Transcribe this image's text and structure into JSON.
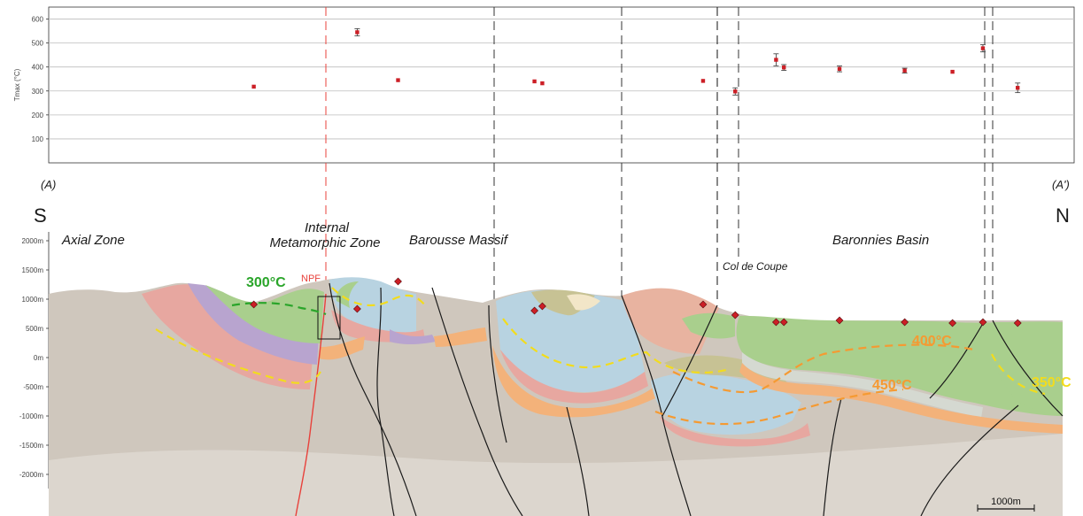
{
  "tmax_chart": {
    "ylabel": "Tmax (°C)",
    "y_ticks": [
      "100",
      "200",
      "300",
      "400",
      "500",
      "600"
    ],
    "ylim": [
      0,
      650
    ]
  },
  "chart_data": {
    "type": "scatter",
    "ylabel": "Tmax (°C)",
    "ylim": [
      0,
      650
    ],
    "grid": true,
    "x_unit": "distance along section (m)",
    "points": [
      {
        "x": 2360,
        "y": 318,
        "err": 0
      },
      {
        "x": 3550,
        "y": 545,
        "err": 15
      },
      {
        "x": 4020,
        "y": 345,
        "err": 0
      },
      {
        "x": 5590,
        "y": 340,
        "err": 0
      },
      {
        "x": 5680,
        "y": 332,
        "err": 0
      },
      {
        "x": 7530,
        "y": 342,
        "err": 0
      },
      {
        "x": 7900,
        "y": 298,
        "err": 15
      },
      {
        "x": 8370,
        "y": 430,
        "err": 25
      },
      {
        "x": 8460,
        "y": 398,
        "err": 12
      },
      {
        "x": 9100,
        "y": 392,
        "err": 12
      },
      {
        "x": 9850,
        "y": 385,
        "err": 10
      },
      {
        "x": 10400,
        "y": 380,
        "err": 0
      },
      {
        "x": 10750,
        "y": 478,
        "err": 15
      },
      {
        "x": 11150,
        "y": 313,
        "err": 20
      }
    ]
  },
  "section": {
    "left_end": "(A)",
    "right_end": "(A')",
    "south": "S",
    "north": "N",
    "depth_ticks": [
      "2000m",
      "1500m",
      "1000m",
      "500m",
      "0m",
      "-500m",
      "-1000m",
      "-1500m",
      "-2000m"
    ],
    "regions": {
      "axial_zone": "Axial Zone",
      "imz_line1": "Internal",
      "imz_line2": "Metamorphic Zone",
      "barousse": "Barousse Massif",
      "baronnies": "Baronnies Basin",
      "col_de_coupe": "Col de Coupe"
    },
    "fault_label": "NPF",
    "isotherms": {
      "t300": "300°C",
      "t400": "400°C",
      "t450": "450°C",
      "t350": "350°C"
    },
    "scale_bar": "1000m"
  },
  "colors": {
    "basement": "#cfc7bd",
    "green": "#a9cf8d",
    "pink": "#e7a7a0",
    "purple": "#b8a4cf",
    "blue": "#b8d3e1",
    "orange": "#f3b27a",
    "khaki": "#c7c294",
    "isotherm_300": "#2aa52a",
    "isotherm_400_450": "#f59a32",
    "isotherm_350": "#f2dc1d",
    "sample": "#cc1f26",
    "npf": "#e8413b"
  }
}
